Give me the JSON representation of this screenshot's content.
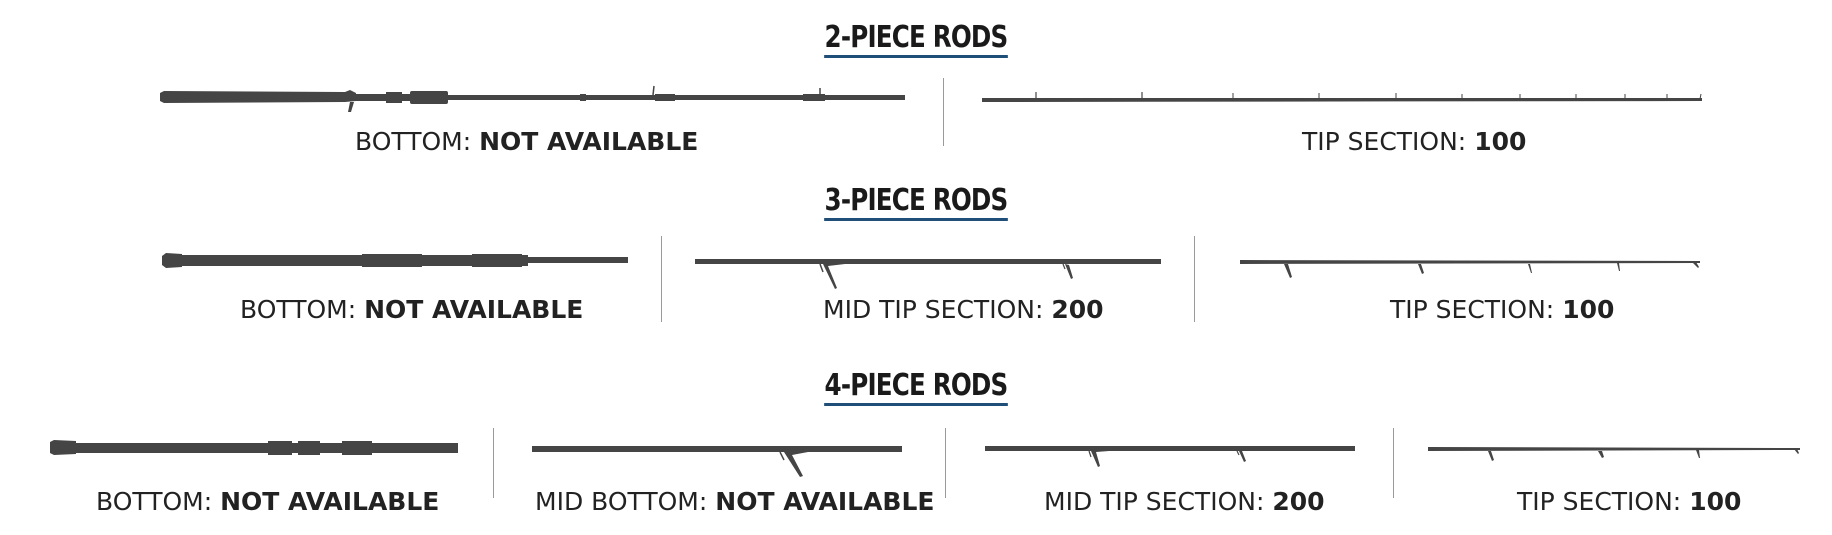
{
  "sections": {
    "two_piece": {
      "title": "2-PIECE RODS",
      "items": [
        {
          "prefix": "BOTTOM:",
          "value": "NOT AVAILABLE"
        },
        {
          "prefix": "TIP SECTION:",
          "value": "100"
        }
      ]
    },
    "three_piece": {
      "title": "3-PIECE RODS",
      "items": [
        {
          "prefix": "BOTTOM:",
          "value": "NOT AVAILABLE"
        },
        {
          "prefix": "MID TIP SECTION:",
          "value": "200"
        },
        {
          "prefix": "TIP SECTION:",
          "value": "100"
        }
      ]
    },
    "four_piece": {
      "title": "4-PIECE RODS",
      "items": [
        {
          "prefix": "BOTTOM:",
          "value": "NOT AVAILABLE"
        },
        {
          "prefix": "MID BOTTOM:",
          "value": "NOT AVAILABLE"
        },
        {
          "prefix": "MID TIP SECTION:",
          "value": "200"
        },
        {
          "prefix": "TIP SECTION:",
          "value": "100"
        }
      ]
    }
  },
  "colors": {
    "rod": "#454545",
    "underline": "#1f4e79",
    "divider": "#9a9a9a"
  }
}
